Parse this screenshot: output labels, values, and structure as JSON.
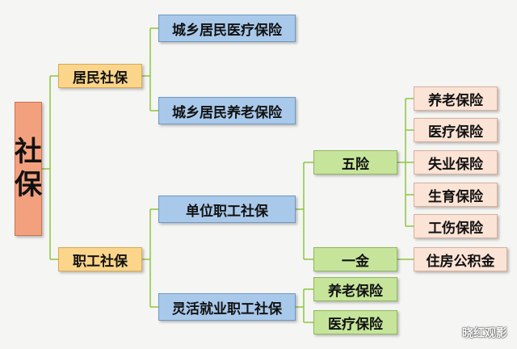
{
  "diagram": {
    "root": {
      "label": "社保"
    },
    "resident": {
      "label": "居民社保",
      "children": [
        "城乡居民医疗保险",
        "城乡居民养老保险"
      ]
    },
    "employee": {
      "label": "职工社保",
      "unit": {
        "label": "单位职工社保",
        "five": {
          "label": "五险",
          "children": [
            "养老保险",
            "医疗保险",
            "失业保险",
            "生育保险",
            "工伤保险"
          ]
        },
        "one": {
          "label": "一金",
          "children": [
            "住房公积金"
          ]
        }
      },
      "flexible": {
        "label": "灵活就业职工社保",
        "children": [
          "养老保险",
          "医疗保险"
        ]
      }
    },
    "watermark": "晓红观影",
    "colors": {
      "root": "#f3a07f",
      "level1": "#fbd58a",
      "level2": "#a9c9eb",
      "green": "#c6e59b",
      "leaf": "#fbe3d6",
      "connector": "#8cc63f"
    }
  }
}
